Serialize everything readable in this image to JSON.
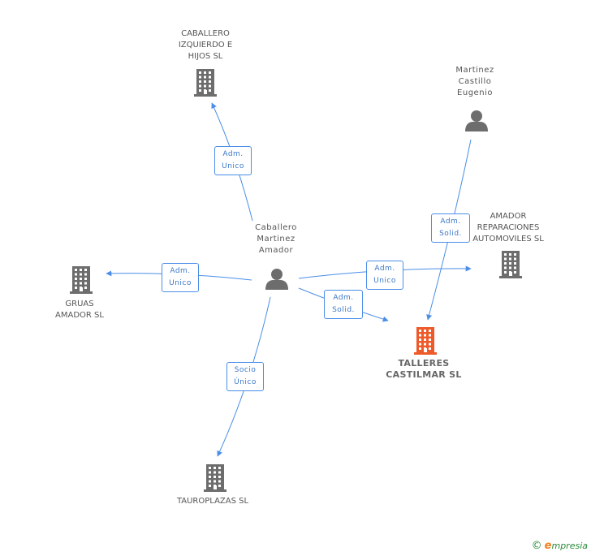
{
  "colors": {
    "edge": "#4a8ee8",
    "node_default": "#6d6d6d",
    "node_highlight": "#ee5a2a"
  },
  "nodes": {
    "caballero_izquierdo": {
      "label": "CABALLERO\nIZQUIERDO E\nHIJOS SL",
      "type": "company",
      "icon": "building-icon"
    },
    "martinez_castillo": {
      "label": "Martinez\nCastillo\nEugenio",
      "type": "person",
      "icon": "person-icon"
    },
    "amador_reparaciones": {
      "label": "AMADOR\nREPARACIONES\nAUTOMOVILES SL",
      "type": "company",
      "icon": "building-icon"
    },
    "caballero_martinez": {
      "label": "Caballero\nMartinez\nAmador",
      "type": "person",
      "icon": "person-icon"
    },
    "gruas_amador": {
      "label": "GRUAS\nAMADOR SL",
      "type": "company",
      "icon": "building-icon"
    },
    "talleres_castilmar": {
      "label": "TALLERES\nCASTILMAR SL",
      "type": "company",
      "icon": "building-icon",
      "highlight": true
    },
    "tauroplazas": {
      "label": "TAUROPLAZAS SL",
      "type": "company",
      "icon": "building-icon"
    }
  },
  "edges": [
    {
      "from": "caballero_martinez",
      "to": "caballero_izquierdo",
      "label": "Adm.\nUnico"
    },
    {
      "from": "caballero_martinez",
      "to": "gruas_amador",
      "label": "Adm.\nUnico"
    },
    {
      "from": "caballero_martinez",
      "to": "amador_reparaciones",
      "label": "Adm.\nUnico"
    },
    {
      "from": "caballero_martinez",
      "to": "talleres_castilmar",
      "label": "Adm.\nSolid."
    },
    {
      "from": "caballero_martinez",
      "to": "tauroplazas",
      "label": "Socio\nÚnico"
    },
    {
      "from": "martinez_castillo",
      "to": "talleres_castilmar",
      "label": "Adm.\nSolid."
    }
  ],
  "footer": {
    "copyright": "©",
    "brand_first": "e",
    "brand_rest": "mpresia"
  }
}
